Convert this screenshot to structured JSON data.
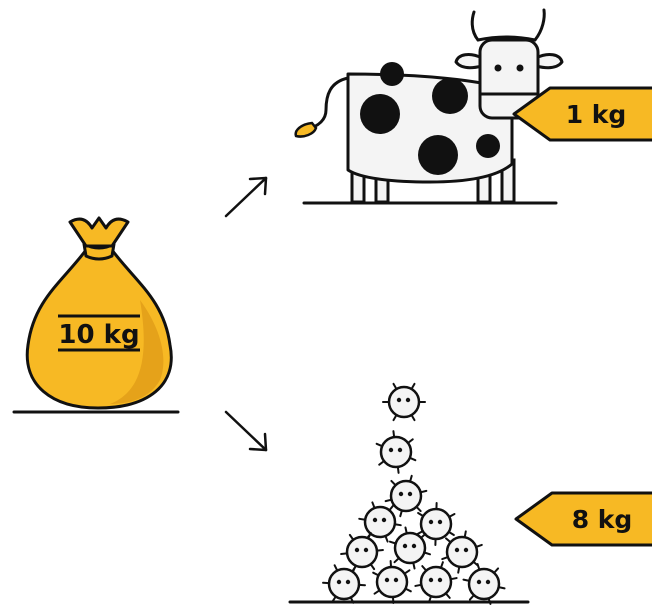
{
  "feed": {
    "label": "10 kg"
  },
  "cow": {
    "label": "1 kg"
  },
  "insects": {
    "label": "8 kg"
  },
  "colors": {
    "accent": "#F7B924",
    "ink": "#111111",
    "bag_shadow": "#E5A21A",
    "cow_body": "#F4F4F4"
  }
}
